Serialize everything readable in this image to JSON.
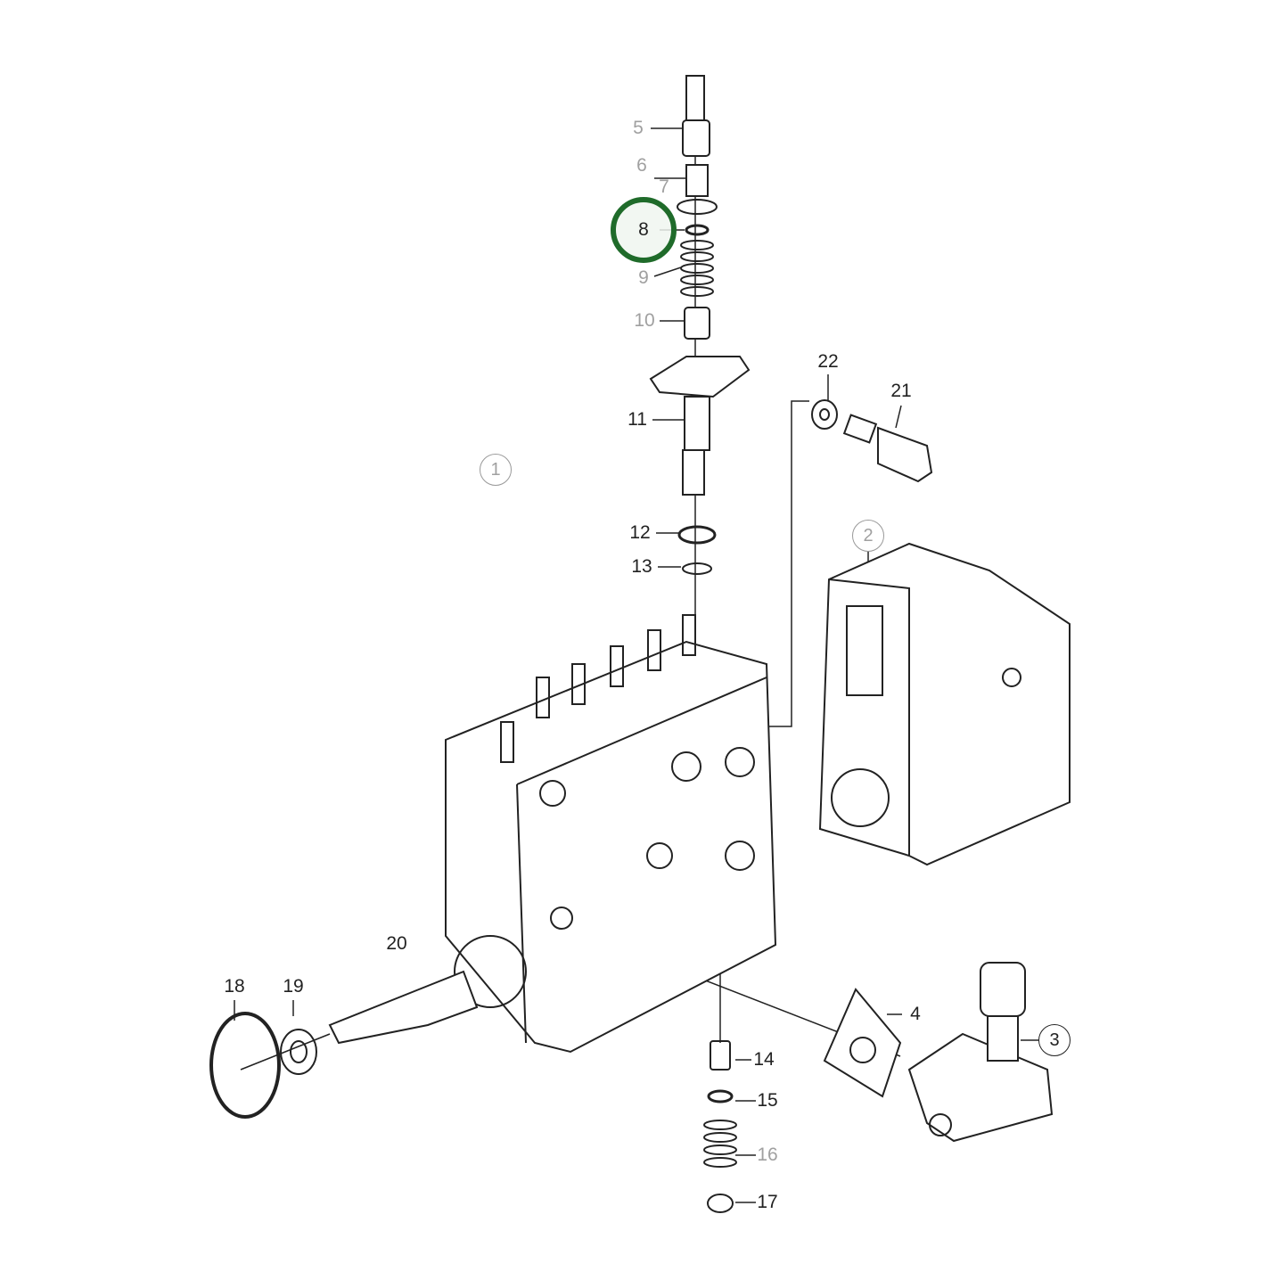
{
  "diagram": {
    "highlight_color": "#1f6b2a",
    "highlighted_part": "8",
    "callouts": [
      {
        "id": "1",
        "style": "circled",
        "tone": "grey"
      },
      {
        "id": "2",
        "style": "circled",
        "tone": "grey"
      },
      {
        "id": "3",
        "style": "circled",
        "tone": "black"
      },
      {
        "id": "4",
        "style": "plain",
        "tone": "black"
      },
      {
        "id": "5",
        "style": "plain",
        "tone": "grey"
      },
      {
        "id": "6",
        "style": "plain",
        "tone": "grey"
      },
      {
        "id": "7",
        "style": "plain",
        "tone": "grey"
      },
      {
        "id": "8",
        "style": "highlighted",
        "tone": "black"
      },
      {
        "id": "9",
        "style": "plain",
        "tone": "grey"
      },
      {
        "id": "10",
        "style": "plain",
        "tone": "grey"
      },
      {
        "id": "11",
        "style": "plain",
        "tone": "black"
      },
      {
        "id": "12",
        "style": "plain",
        "tone": "black"
      },
      {
        "id": "13",
        "style": "plain",
        "tone": "black"
      },
      {
        "id": "14",
        "style": "plain",
        "tone": "black"
      },
      {
        "id": "15",
        "style": "plain",
        "tone": "black"
      },
      {
        "id": "16",
        "style": "plain",
        "tone": "grey"
      },
      {
        "id": "17",
        "style": "plain",
        "tone": "black"
      },
      {
        "id": "18",
        "style": "plain",
        "tone": "black"
      },
      {
        "id": "19",
        "style": "plain",
        "tone": "black"
      },
      {
        "id": "20",
        "style": "plain",
        "tone": "black"
      },
      {
        "id": "21",
        "style": "plain",
        "tone": "black"
      },
      {
        "id": "22",
        "style": "plain",
        "tone": "black"
      }
    ]
  }
}
